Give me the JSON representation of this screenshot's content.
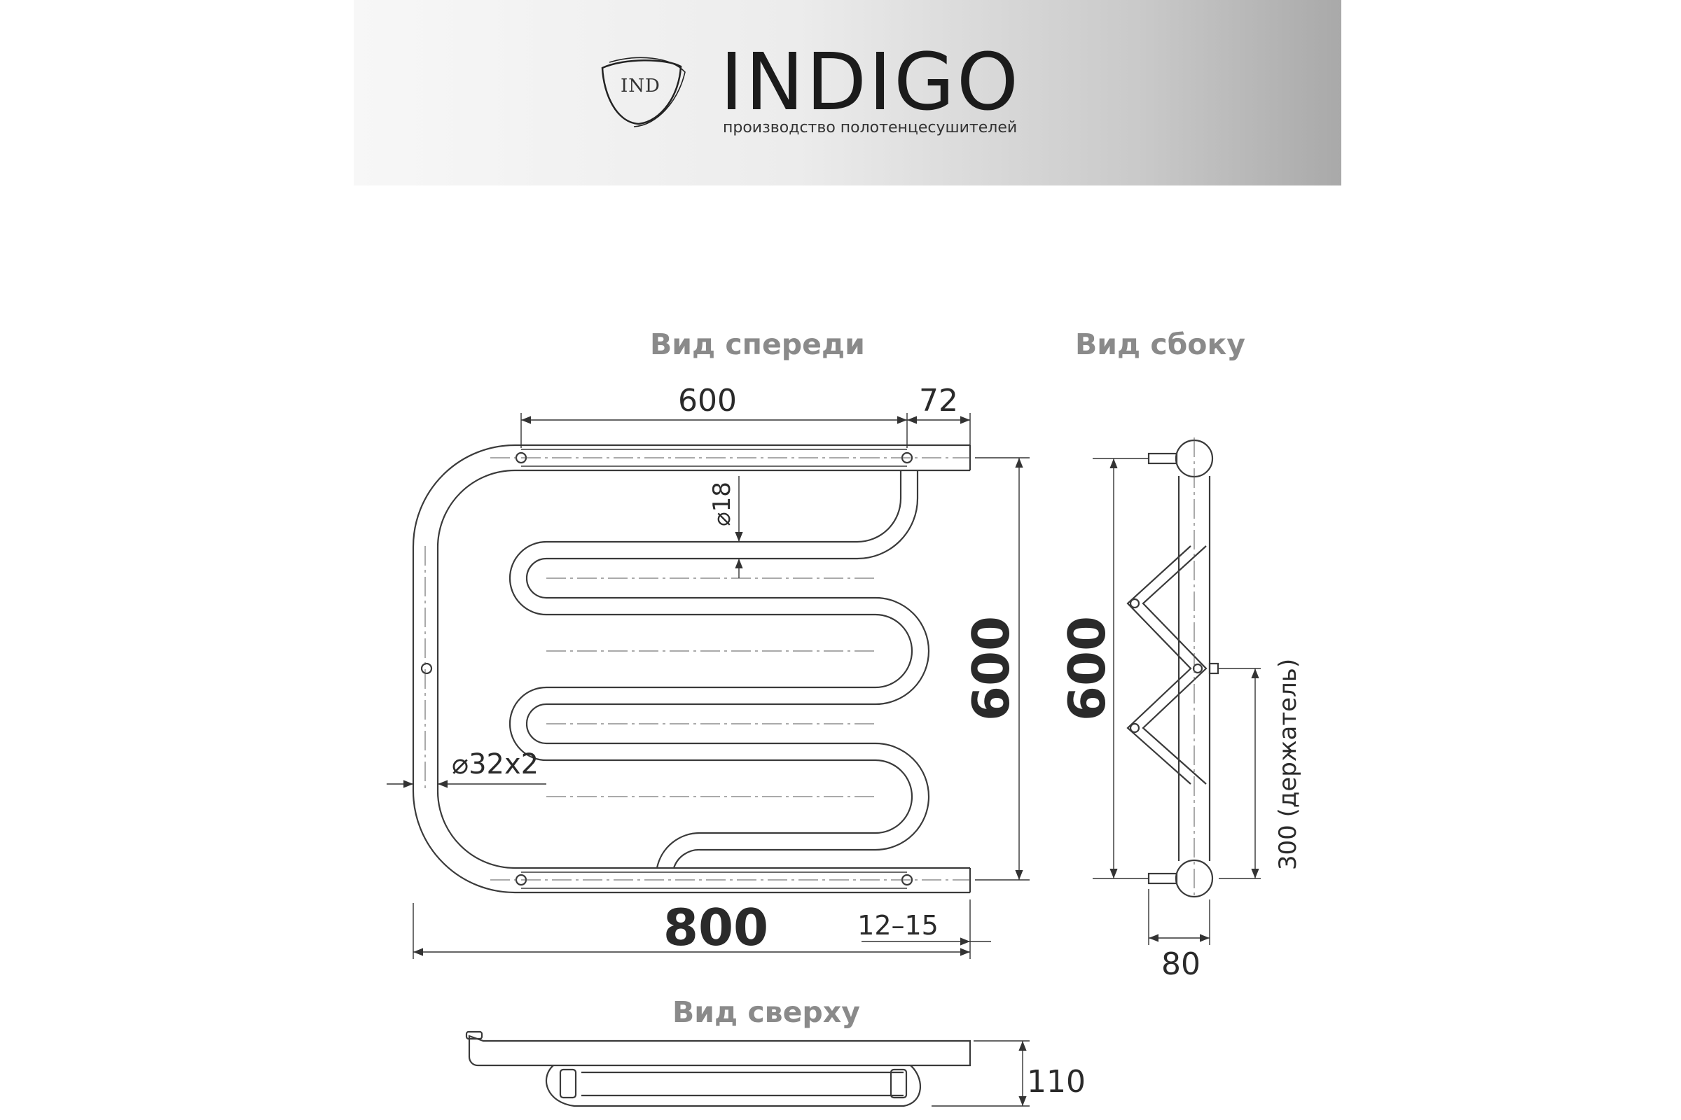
{
  "brand": {
    "mark_text": "IND",
    "name": "INDIGO",
    "tagline": "производство полотенцесушителей"
  },
  "views": {
    "front": "Вид спереди",
    "side": "Вид сбоку",
    "top": "Вид сверху"
  },
  "dimensions": {
    "front_top_span": "600",
    "front_top_offset": "72",
    "front_inner_pipe": "⌀18",
    "front_height": "600",
    "front_pipe": "⌀32х2",
    "front_width": "800",
    "front_wall_gap": "12–15",
    "side_height": "600",
    "side_holder": "300 (держатель)",
    "side_depth": "80",
    "top_depth": "110"
  },
  "colors": {
    "line": "#3a3a3a",
    "label_gray": "#8a8a8a"
  }
}
